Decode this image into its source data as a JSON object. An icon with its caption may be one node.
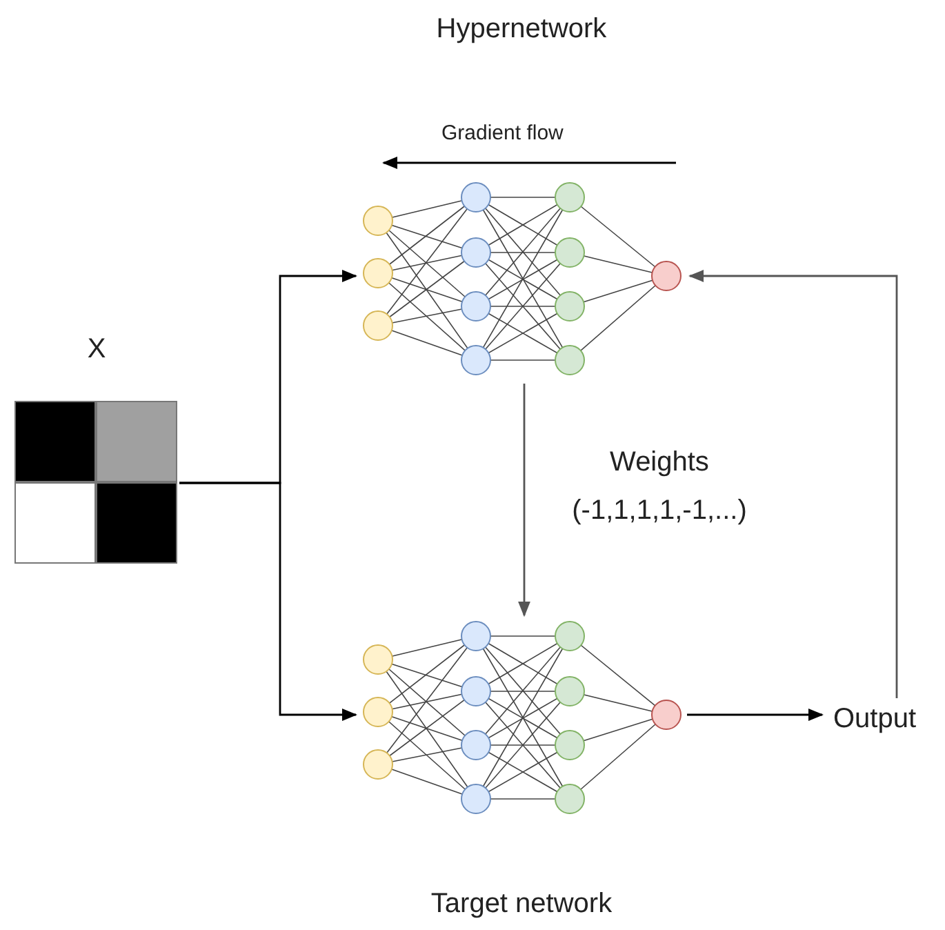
{
  "diagram": {
    "nodes": [
      {
        "text": [
          "Hypernetwork"
        ]
      },
      {
        "text": [
          "Target network"
        ]
      },
      {
        "text": [
          "X"
        ]
      },
      {
        "text": [
          "Output"
        ]
      }
    ],
    "edges": [
      {
        "from": 2,
        "to": 0,
        "arrow": "to"
      },
      {
        "from": 2,
        "to": 1,
        "arrow": "to"
      },
      {
        "from": 0,
        "to": 1,
        "arrow": "to",
        "label": "Weights (-1,1,1,1,-1,...)",
        "color": "#555555"
      },
      {
        "from": 1,
        "to": 3,
        "arrow": "to"
      },
      {
        "from": 3,
        "to": 0,
        "arrow": "to",
        "color": "#555555"
      }
    ],
    "labels": [
      "Gradient flow"
    ]
  }
}
